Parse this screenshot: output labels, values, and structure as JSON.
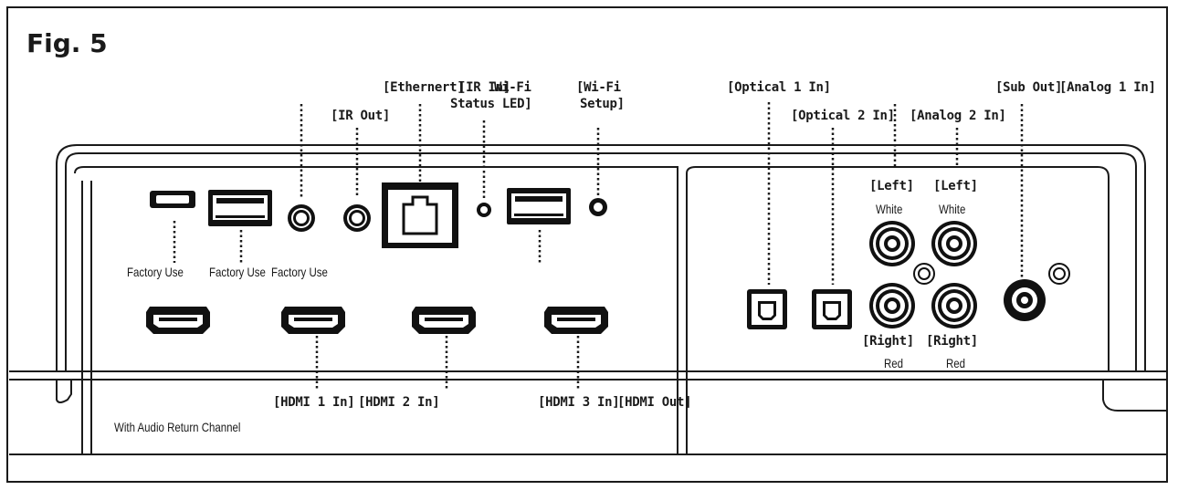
{
  "figure": {
    "title": "Fig. 5"
  },
  "labels": {
    "ir_out": "[IR Out]",
    "ethernet": "[Ethernert]",
    "ir_in": "[IR In]",
    "wifi_status_l1": "Wi-Fi",
    "wifi_status_l2": "Status LED]",
    "wifi_setup_l1": "[Wi-Fi",
    "wifi_setup_l2": "Setup]",
    "optical_1": "[Optical 1 In]",
    "optical_2": "[Optical 2 In]",
    "analog_2": "[Analog 2 In]",
    "sub_out": "[Sub Out]",
    "analog_1": "[Analog 1 In]",
    "factory_use_1": "Factory Use",
    "factory_use_2": "Factory Use",
    "factory_use_3": "Factory Use",
    "left_1": "[Left]",
    "left_2": "[Left]",
    "white_1": "White",
    "white_2": "White",
    "right_1": "[Right]",
    "right_2": "[Right]",
    "red_1": "Red",
    "red_2": "Red",
    "hdmi_1": "[HDMI 1 In]",
    "hdmi_2": "[HDMI 2 In]",
    "hdmi_3": "[HDMI 3 In]",
    "hdmi_out": "[HDMI Out]",
    "arc_note": "With Audio Return Channel"
  }
}
